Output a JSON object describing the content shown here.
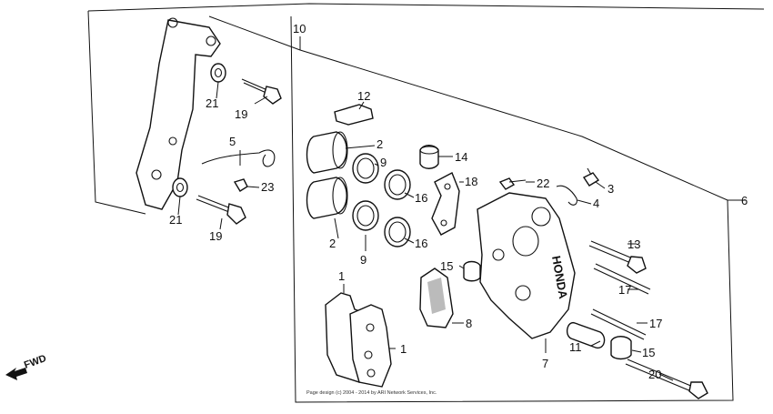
{
  "callouts": {
    "c1a": "1",
    "c1b": "1",
    "c2a": "2",
    "c2b": "2",
    "c3": "3",
    "c4": "4",
    "c5": "5",
    "c6": "6",
    "c7": "7",
    "c8": "8",
    "c9a": "9",
    "c9b": "9",
    "c10": "10",
    "c11": "11",
    "c12": "12",
    "c13": "13",
    "c14": "14",
    "c15a": "15",
    "c15b": "15",
    "c16a": "16",
    "c16b": "16",
    "c17a": "17",
    "c17b": "17",
    "c18": "18",
    "c19a": "19",
    "c19b": "19",
    "c20": "20",
    "c21a": "21",
    "c21b": "21",
    "c22": "22",
    "c23": "23"
  },
  "caliper_brand": "HONDA",
  "fwd_label": "FWD",
  "copyright": "Page design (c) 2004 - 2014 by ARI Network Services, Inc."
}
